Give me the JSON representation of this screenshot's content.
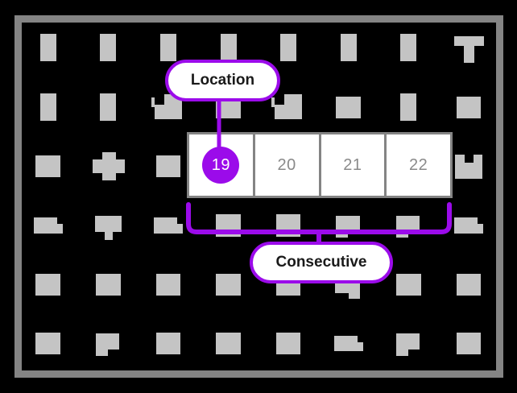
{
  "board": {
    "columns": 8,
    "rows": 6,
    "border_color": "#848484",
    "cell_color": "#000000",
    "blob_color": "#c4c4c4",
    "cell_shapes": [
      "bar-v",
      "bar-v",
      "bar-v",
      "bar-v",
      "bar-v",
      "bar-v",
      "bar-v",
      "tee",
      "bar-v",
      "bar-v",
      "notch-left",
      "square",
      "notch-left",
      "square",
      "bar-v",
      "square",
      "square",
      "plus",
      "square",
      "square",
      "square",
      "square",
      "square",
      "notch-top",
      "step-right",
      "tack",
      "step-right",
      "square",
      "square",
      "step-left",
      "step-left",
      "step-right",
      "square",
      "square",
      "square",
      "square",
      "square",
      "step-down",
      "square",
      "square",
      "square",
      "step-left",
      "square",
      "square",
      "square",
      "step-right",
      "step-left",
      "square"
    ]
  },
  "highlight_strip": {
    "cells": [
      {
        "label": "19",
        "marked": true
      },
      {
        "label": "20",
        "marked": false
      },
      {
        "label": "21",
        "marked": false
      },
      {
        "label": "22",
        "marked": false
      }
    ],
    "cell_text_color": "#8a8a8a",
    "cell_bg_color": "#ffffff",
    "marker_color": "#9b0bea"
  },
  "annotations": {
    "accent_color": "#9b0bea",
    "location": {
      "label": "Location",
      "target": "19"
    },
    "consecutive": {
      "label": "Consecutive",
      "spans": [
        "19",
        "20",
        "21",
        "22"
      ]
    }
  }
}
